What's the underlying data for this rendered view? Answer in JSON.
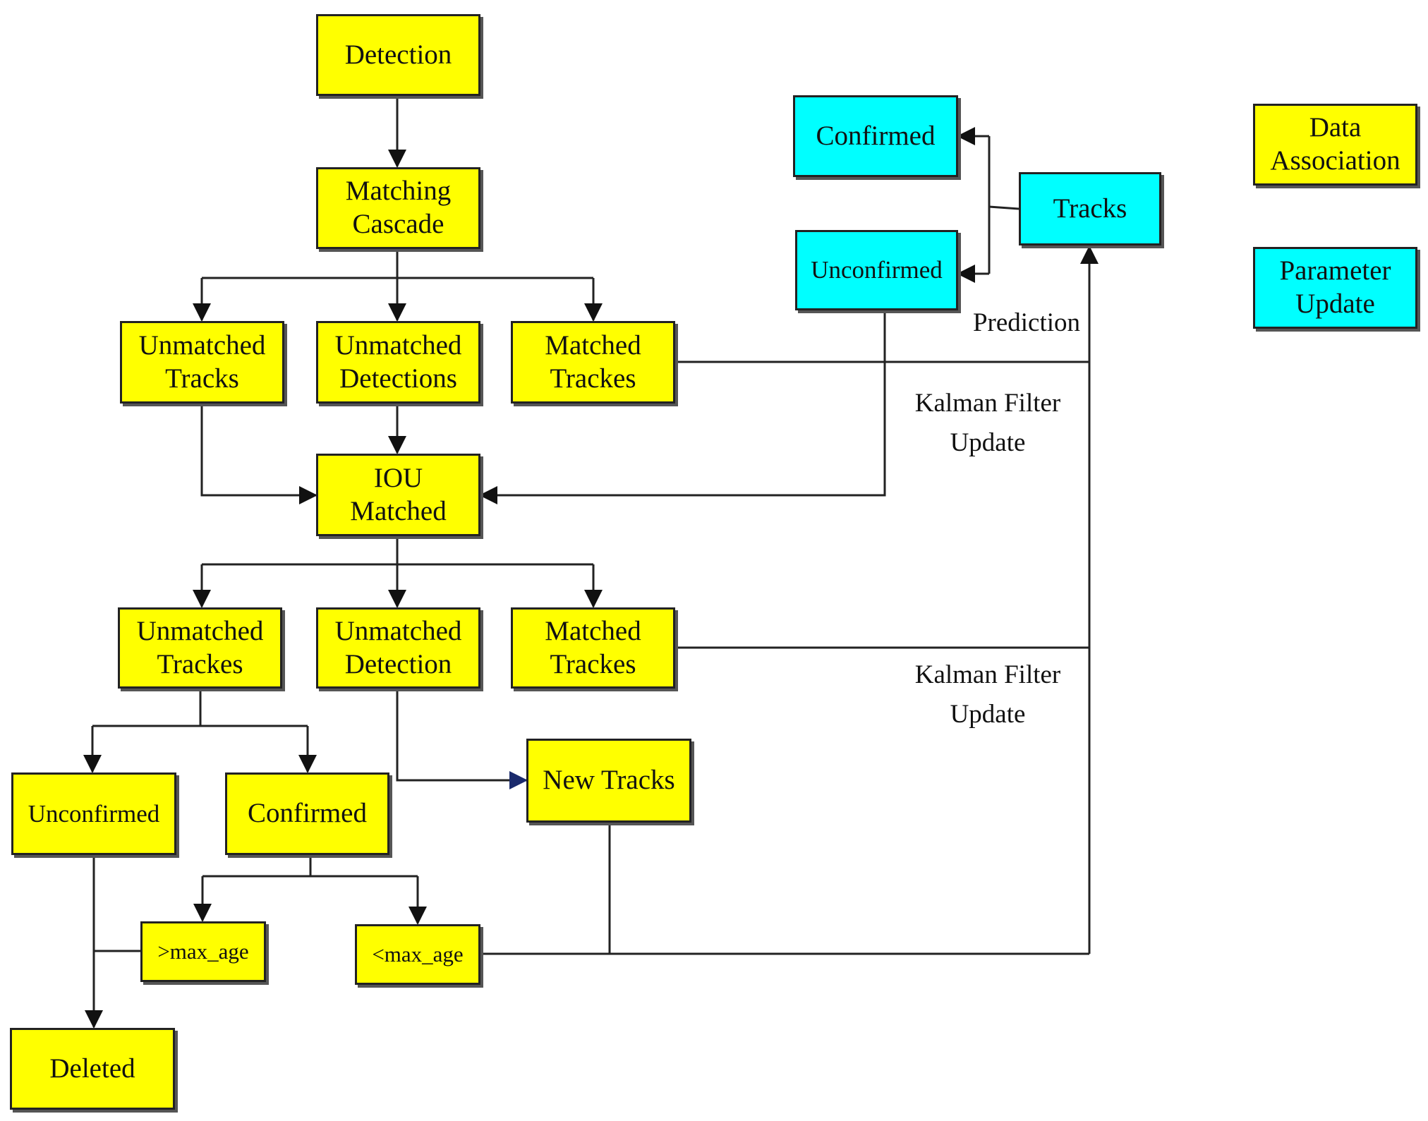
{
  "colors": {
    "association": "#ffff00",
    "update": "#00ffff",
    "edge": "#222222",
    "new_track_arrow": "#1a2a6c"
  },
  "nodes": {
    "detection": "Detection",
    "matching_cascade": "Matching\nCascade",
    "unmatched_tracks_1": "Unmatched\nTracks",
    "unmatched_detections_1": "Unmatched\nDetections",
    "matched_tracks_1": "Matched\nTrackes",
    "iou_matched": "IOU\nMatched",
    "unmatched_tracks_2": "Unmatched\nTrackes",
    "unmatched_detection_2": "Unmatched\nDetection",
    "matched_tracks_2": "Matched\nTrackes",
    "new_tracks": "New Tracks",
    "unconfirmed_bottom": "Unconfirmed",
    "confirmed_bottom": "Confirmed",
    "gt_max_age": ">max_age",
    "lt_max_age": "<max_age",
    "deleted": "Deleted",
    "confirmed_top": "Confirmed",
    "unconfirmed_top": "Unconfirmed",
    "tracks": "Tracks"
  },
  "labels": {
    "prediction": "Prediction",
    "kalman_update_1": "Kalman Filter\nUpdate",
    "kalman_update_2": "Kalman Filter\nUpdate"
  },
  "legend": {
    "data_association": "Data\nAssociation",
    "parameter_update": "Parameter\nUpdate"
  }
}
